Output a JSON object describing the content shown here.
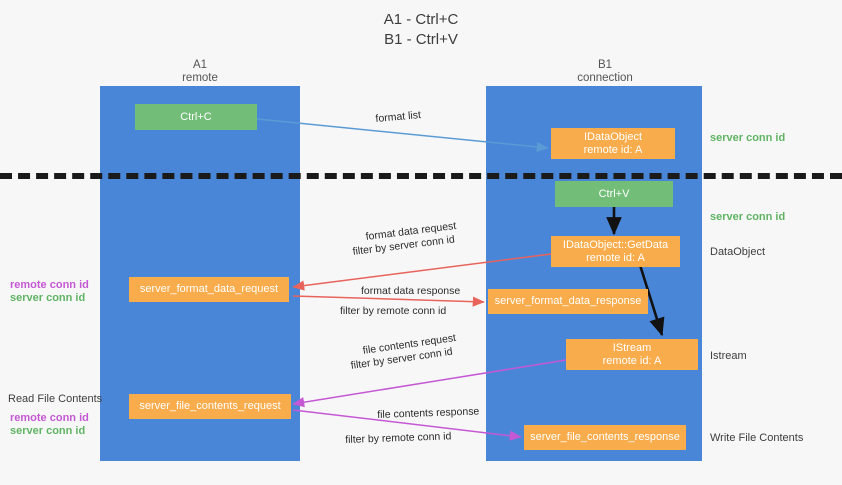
{
  "title": {
    "line1": "A1 - Ctrl+C",
    "line2": "B1 - Ctrl+V"
  },
  "colors": {
    "lane": "#4a86d8",
    "green_box": "#72bd78",
    "orange_box": "#f9ac4c",
    "green_text": "#5fb463",
    "magenta_text": "#c558d4",
    "arrow_blue": "#5b9bd5",
    "arrow_red": "#e8635c",
    "arrow_magenta": "#c558d4",
    "arrow_dark": "#1a1a1a",
    "background": "#f7f7f7"
  },
  "lanes": [
    {
      "name": "A1",
      "sub": "remote"
    },
    {
      "name": "B1",
      "sub": "connection"
    }
  ],
  "nodes": {
    "ctrl_c": {
      "line1": "Ctrl+C"
    },
    "ctrl_v": {
      "line1": "Ctrl+V"
    },
    "idataobject": {
      "line1": "IDataObject",
      "line2": "remote id: A"
    },
    "getdata": {
      "line1": "IDataObject::GetData",
      "line2": "remote id: A"
    },
    "istream": {
      "line1": "IStream",
      "line2": "remote id: A"
    },
    "format_data_request": {
      "line1": "server_format_data_request"
    },
    "format_data_response": {
      "line1": "server_format_data_response"
    },
    "file_contents_request": {
      "line1": "server_file_contents_request"
    },
    "file_contents_response": {
      "line1": "server_file_contents_response"
    }
  },
  "arrow_labels": {
    "format_list": "format list",
    "format_data_request": "format data request",
    "format_data_response": "format data response",
    "file_contents_request": "file contents request",
    "file_contents_response": "file contents response",
    "filter_by": "filter by",
    "server_conn_id": "server conn id",
    "remote_conn_id": "remote conn id"
  },
  "right_labels": {
    "server_conn_id_top": "server conn id",
    "server_conn_id_mid": "server conn id",
    "dataobject": "DataObject",
    "istream": "Istream",
    "write_file_contents": "Write File Contents"
  },
  "left_labels": {
    "remote_conn_id_1": "remote conn id",
    "server_conn_id_1": "server conn id",
    "read_file_contents": "Read File Contents",
    "remote_conn_id_2": "remote conn id",
    "server_conn_id_2": "server conn id"
  }
}
